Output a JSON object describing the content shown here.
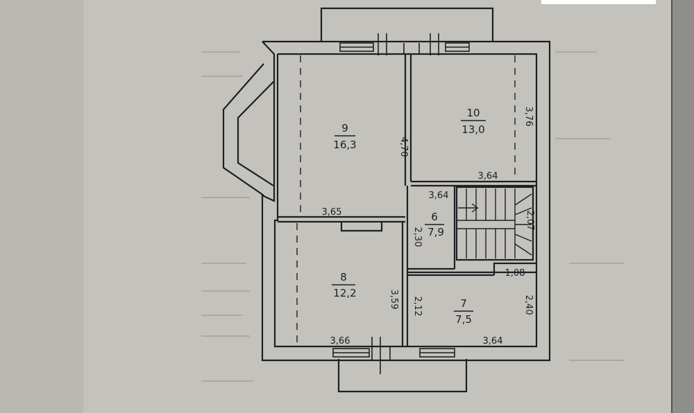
{
  "plan": {
    "colors": {
      "paper": "#c6c5bf",
      "paper_dark": "#a9a8a3",
      "ink": "#1e1e22",
      "background_text": "#9a9994"
    },
    "rooms": [
      {
        "number": "9",
        "area": "16,3"
      },
      {
        "number": "10",
        "area": "13,0"
      },
      {
        "number": "6",
        "area": "7,9"
      },
      {
        "number": "8",
        "area": "12,2"
      },
      {
        "number": "7",
        "area": "7,5"
      }
    ],
    "dimensions": {
      "room9_height": "4,70",
      "room9_width": "3,65",
      "room10_height": "3,76",
      "room10_width": "3,64",
      "room6_width": "3,64",
      "room6_height": "2,30",
      "stair_height": "2,07",
      "room8_height": "3,59",
      "room8_width": "3,66",
      "room7_left_height": "2,12",
      "room7_right_height": "2,40",
      "room7_width": "3,64",
      "room7_notch": "1,08"
    }
  }
}
